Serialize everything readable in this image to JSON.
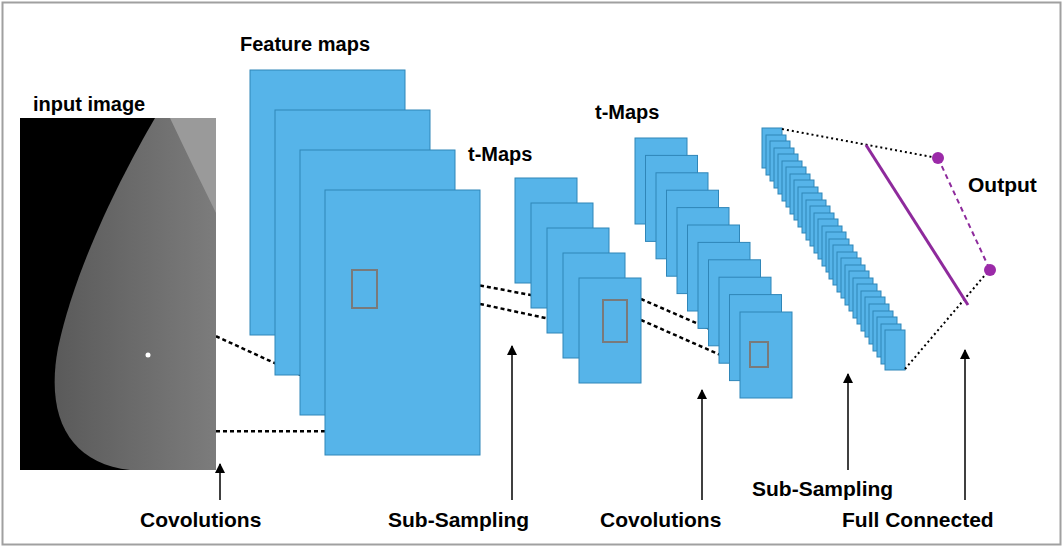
{
  "diagram": {
    "nodes": [
      {
        "text": [
          "input image"
        ]
      },
      {
        "text": [
          "Feature maps"
        ]
      },
      {
        "text": [
          "t-Maps"
        ]
      },
      {
        "text": [
          "t-Maps"
        ]
      }
    ],
    "edges": [
      {
        "from": 0,
        "to": 1,
        "arrow": "none"
      },
      {
        "from": 1,
        "to": 2,
        "arrow": "none"
      },
      {
        "from": 2,
        "to": 3,
        "arrow": "none"
      }
    ],
    "labels": [
      "Output",
      "Covolutions",
      "Sub-Sampling",
      "Covolutions",
      "Sub-Sampling",
      "Full Connected"
    ]
  }
}
